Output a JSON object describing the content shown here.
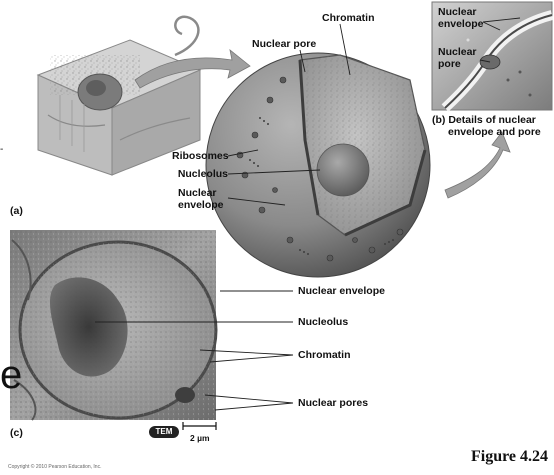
{
  "labels": {
    "chromatin_top": "Chromatin",
    "nuclear_pore_top": "Nuclear pore",
    "ribosomes": "Ribosomes",
    "nucleolus_top": "Nucleolus",
    "nuclear_envelope_top_1": "Nuclear",
    "nuclear_envelope_top_2": "envelope",
    "detail_envelope_1": "Nuclear",
    "detail_envelope_2": "envelope",
    "detail_pore_1": "Nuclear",
    "detail_pore_2": "pore",
    "detail_caption_letter": "(b)",
    "detail_caption_1": "Details of nuclear",
    "detail_caption_2": "envelope and pore",
    "panel_a": "(a)",
    "panel_c": "(c)",
    "tem_envelope": "Nuclear envelope",
    "tem_nucleolus": "Nucleolus",
    "tem_chromatin": "Chromatin",
    "tem_pores": "Nuclear pores"
  },
  "scale": {
    "badge": "TEM",
    "bar": "2 µm"
  },
  "caption": "Figure 4.24",
  "copyright": "Copyright © 2010 Pearson Education, Inc.",
  "side_glyph": "e",
  "side_mark": "-",
  "colors": {
    "nucleus_shell": "#8c8c8c",
    "nucleus_shell_dark": "#5a5a5a",
    "nucleus_interior": "#a8a8a8",
    "nucleolus": "#6f6f6f",
    "cell_block": "#b9b9b9",
    "tem_background": "#8a8a8a",
    "tem_nucleus": "#a6a6a6",
    "tem_nucleolus": "#3d3d3d",
    "arrow": "#9a9a9a"
  }
}
